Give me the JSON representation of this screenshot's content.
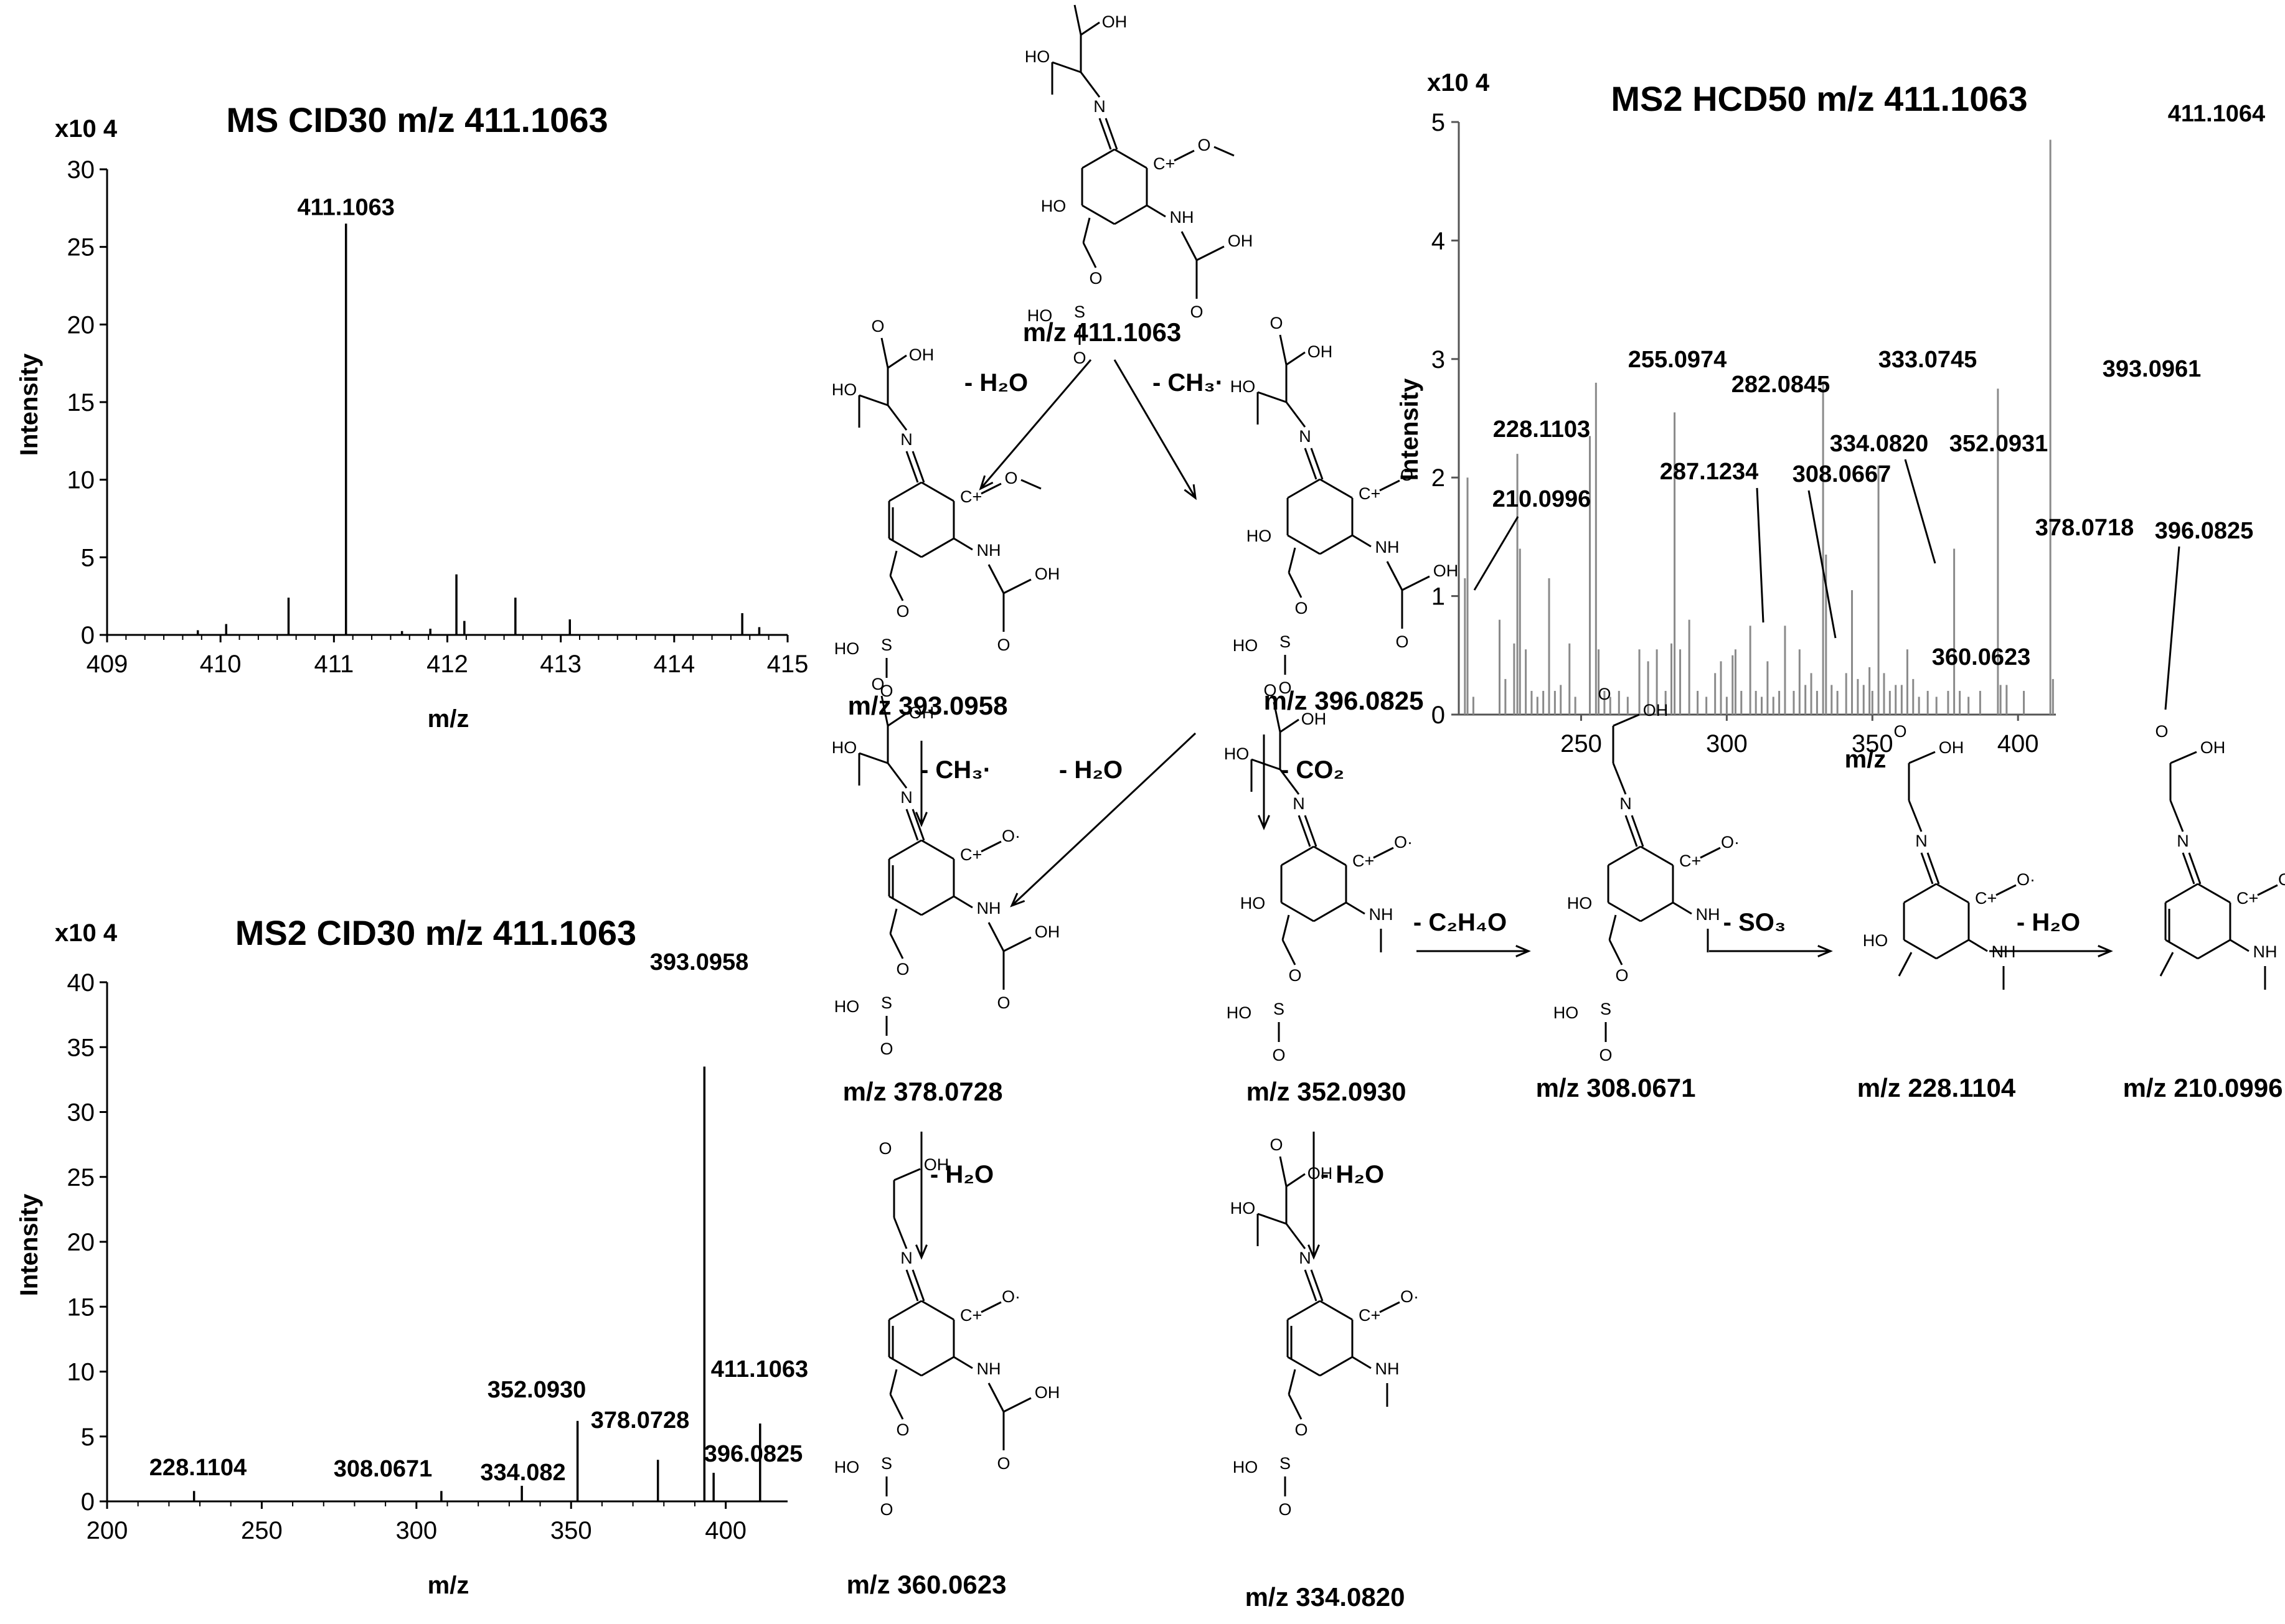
{
  "chart_data": [
    {
      "id": "ms_cid30",
      "type": "bar",
      "title": "MS CID30 m/z 411.1063",
      "exponent": "x10 4",
      "xlabel": "m/z",
      "ylabel": "Intensity",
      "xlim": [
        409,
        415
      ],
      "ylim": [
        0,
        30
      ],
      "xticks": [
        409,
        410,
        411,
        412,
        413,
        414,
        415
      ],
      "yticks": [
        0,
        5,
        10,
        15,
        20,
        25,
        30
      ],
      "peaks": [
        {
          "x": 409.8,
          "y": 0.3
        },
        {
          "x": 410.05,
          "y": 0.7
        },
        {
          "x": 410.6,
          "y": 2.4
        },
        {
          "x": 411.1063,
          "y": 26.5,
          "label": "411.1063"
        },
        {
          "x": 411.6,
          "y": 0.25
        },
        {
          "x": 411.85,
          "y": 0.4
        },
        {
          "x": 412.08,
          "y": 3.9
        },
        {
          "x": 412.15,
          "y": 0.9
        },
        {
          "x": 412.6,
          "y": 2.4
        },
        {
          "x": 413.08,
          "y": 1.0
        },
        {
          "x": 414.6,
          "y": 1.4
        },
        {
          "x": 414.75,
          "y": 0.5
        }
      ]
    },
    {
      "id": "ms2_cid30",
      "type": "bar",
      "title": "MS2 CID30 m/z 411.1063",
      "exponent": "x10 4",
      "xlabel": "m/z",
      "ylabel": "Intensity",
      "xlim": [
        200,
        420
      ],
      "ylim": [
        0,
        40
      ],
      "xticks": [
        200,
        250,
        300,
        350,
        400
      ],
      "yticks": [
        0,
        5,
        10,
        15,
        20,
        25,
        30,
        35,
        40
      ],
      "peaks": [
        {
          "x": 228.1104,
          "y": 0.8,
          "label": "228.1104"
        },
        {
          "x": 308.0671,
          "y": 0.8,
          "label": "308.0671"
        },
        {
          "x": 334.082,
          "y": 1.2,
          "label": "334.082"
        },
        {
          "x": 352.093,
          "y": 6.2,
          "label": "352.0930"
        },
        {
          "x": 378.0728,
          "y": 3.2,
          "label": "378.0728"
        },
        {
          "x": 393.0958,
          "y": 33.5,
          "label": "393.0958"
        },
        {
          "x": 396.0825,
          "y": 2.2,
          "label": "396.0825"
        },
        {
          "x": 411.1063,
          "y": 6.0,
          "label": "411.1063"
        }
      ]
    },
    {
      "id": "ms2_hcd50",
      "type": "bar",
      "title": "MS2 HCD50 m/z 411.1063",
      "exponent": "x10 4",
      "xlabel": "m/z",
      "ylabel": "Intensity",
      "xlim": [
        208,
        413
      ],
      "ylim": [
        0,
        5
      ],
      "xticks": [
        250,
        300,
        350,
        400
      ],
      "yticks": [
        0,
        1,
        2,
        3,
        4,
        5
      ],
      "peaks": [
        {
          "x": 210.0996,
          "y": 1.15,
          "label": "210.0996"
        },
        {
          "x": 211.0,
          "y": 2.0
        },
        {
          "x": 213.0,
          "y": 0.15
        },
        {
          "x": 222.0,
          "y": 0.8
        },
        {
          "x": 224.0,
          "y": 0.3
        },
        {
          "x": 227.0,
          "y": 0.6
        },
        {
          "x": 228.1103,
          "y": 2.2,
          "label": "228.1103"
        },
        {
          "x": 229.0,
          "y": 1.4
        },
        {
          "x": 231.0,
          "y": 0.55
        },
        {
          "x": 233.0,
          "y": 0.2
        },
        {
          "x": 235.0,
          "y": 0.15
        },
        {
          "x": 237.0,
          "y": 0.2
        },
        {
          "x": 239.0,
          "y": 1.15
        },
        {
          "x": 241.0,
          "y": 0.2
        },
        {
          "x": 243.0,
          "y": 0.25
        },
        {
          "x": 246.0,
          "y": 0.6
        },
        {
          "x": 248.0,
          "y": 0.15
        },
        {
          "x": 253.0,
          "y": 2.35
        },
        {
          "x": 255.0974,
          "y": 2.8,
          "label": "255.0974"
        },
        {
          "x": 256.0,
          "y": 0.55
        },
        {
          "x": 258.0,
          "y": 0.2
        },
        {
          "x": 260.0,
          "y": 0.15
        },
        {
          "x": 263.0,
          "y": 0.2
        },
        {
          "x": 266.0,
          "y": 0.15
        },
        {
          "x": 270.0,
          "y": 0.55
        },
        {
          "x": 273.0,
          "y": 0.45
        },
        {
          "x": 276.0,
          "y": 0.55
        },
        {
          "x": 279.0,
          "y": 0.2
        },
        {
          "x": 281.0,
          "y": 0.6
        },
        {
          "x": 282.0845,
          "y": 2.55,
          "label": "282.0845"
        },
        {
          "x": 284.0,
          "y": 0.55
        },
        {
          "x": 287.1234,
          "y": 0.8,
          "label": "287.1234"
        },
        {
          "x": 290.0,
          "y": 0.2
        },
        {
          "x": 293.0,
          "y": 0.15
        },
        {
          "x": 296.0,
          "y": 0.35
        },
        {
          "x": 298.0,
          "y": 0.45
        },
        {
          "x": 300.0,
          "y": 0.15
        },
        {
          "x": 302.0,
          "y": 0.5
        },
        {
          "x": 303.0,
          "y": 0.55
        },
        {
          "x": 305.0,
          "y": 0.2
        },
        {
          "x": 308.0667,
          "y": 0.75,
          "label": "308.0667"
        },
        {
          "x": 310.0,
          "y": 0.2
        },
        {
          "x": 312.0,
          "y": 0.15
        },
        {
          "x": 314.0,
          "y": 0.45
        },
        {
          "x": 316.0,
          "y": 0.15
        },
        {
          "x": 318.0,
          "y": 0.2
        },
        {
          "x": 320.0,
          "y": 0.75
        },
        {
          "x": 323.0,
          "y": 0.2
        },
        {
          "x": 325.0,
          "y": 0.55
        },
        {
          "x": 327.0,
          "y": 0.25
        },
        {
          "x": 329.0,
          "y": 0.35
        },
        {
          "x": 331.0,
          "y": 0.2
        },
        {
          "x": 333.0745,
          "y": 2.8,
          "label": "333.0745"
        },
        {
          "x": 334.082,
          "y": 1.35,
          "label": "334.0820"
        },
        {
          "x": 336.0,
          "y": 0.25
        },
        {
          "x": 338.0,
          "y": 0.2
        },
        {
          "x": 341.0,
          "y": 0.35
        },
        {
          "x": 343.0,
          "y": 1.05
        },
        {
          "x": 345.0,
          "y": 0.3
        },
        {
          "x": 347.0,
          "y": 0.25
        },
        {
          "x": 349.0,
          "y": 0.4
        },
        {
          "x": 350.0,
          "y": 0.2
        },
        {
          "x": 352.0931,
          "y": 2.1,
          "label": "352.0931"
        },
        {
          "x": 354.0,
          "y": 0.35
        },
        {
          "x": 356.0,
          "y": 0.2
        },
        {
          "x": 358.0,
          "y": 0.25
        },
        {
          "x": 360.0623,
          "y": 0.25,
          "label": "360.0623"
        },
        {
          "x": 362.0,
          "y": 0.55
        },
        {
          "x": 364.0,
          "y": 0.3
        },
        {
          "x": 366.0,
          "y": 0.15
        },
        {
          "x": 369.0,
          "y": 0.2
        },
        {
          "x": 372.0,
          "y": 0.15
        },
        {
          "x": 376.0,
          "y": 0.2
        },
        {
          "x": 378.0718,
          "y": 1.4,
          "label": "378.0718"
        },
        {
          "x": 380.0,
          "y": 0.2
        },
        {
          "x": 383.0,
          "y": 0.15
        },
        {
          "x": 387.0,
          "y": 0.2
        },
        {
          "x": 393.0961,
          "y": 2.75,
          "label": "393.0961"
        },
        {
          "x": 394.0,
          "y": 0.25
        },
        {
          "x": 396.0825,
          "y": 0.25,
          "label": "396.0825"
        },
        {
          "x": 402.0,
          "y": 0.2
        },
        {
          "x": 411.1064,
          "y": 4.85,
          "label": "411.1064"
        },
        {
          "x": 412.0,
          "y": 0.3
        }
      ]
    }
  ],
  "scheme": {
    "ions": [
      {
        "id": "i411",
        "label": "m/z 411.1063"
      },
      {
        "id": "i393",
        "label": "m/z 393.0958"
      },
      {
        "id": "i396",
        "label": "m/z 396.0825"
      },
      {
        "id": "i378",
        "label": "m/z 378.0728"
      },
      {
        "id": "i352",
        "label": "m/z 352.0930"
      },
      {
        "id": "i308",
        "label": "m/z 308.0671"
      },
      {
        "id": "i228",
        "label": "m/z 228.1104"
      },
      {
        "id": "i210",
        "label": "m/z 210.0996"
      },
      {
        "id": "i360",
        "label": "m/z 360.0623"
      },
      {
        "id": "i334",
        "label": "m/z 334.0820"
      }
    ],
    "losses": [
      {
        "id": "l1",
        "text": "- H₂O"
      },
      {
        "id": "l2",
        "text": "- CH₃·"
      },
      {
        "id": "l3",
        "text": "- CH₃·"
      },
      {
        "id": "l4",
        "text": "- H₂O"
      },
      {
        "id": "l5",
        "text": "- CO₂"
      },
      {
        "id": "l6",
        "text": "- C₂H₄O"
      },
      {
        "id": "l7",
        "text": "- SO₃"
      },
      {
        "id": "l8",
        "text": "- H₂O"
      },
      {
        "id": "l9",
        "text": "- H₂O"
      },
      {
        "id": "l10",
        "text": "- H₂O"
      }
    ],
    "atoms": {
      "oh": "OH",
      "o": "O",
      "ho": "HO",
      "n": "N",
      "nh": "NH",
      "cdot": "C+",
      "odot": "O·",
      "ome": "O",
      "s": "S"
    }
  }
}
